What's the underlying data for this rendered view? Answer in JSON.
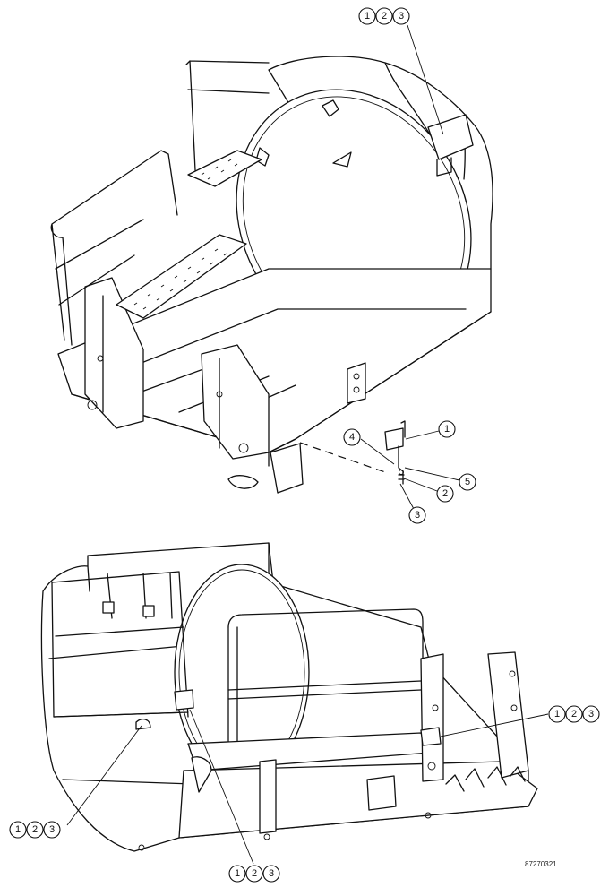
{
  "callouts": {
    "top_group": [
      "1",
      "2",
      "3"
    ],
    "detail_1": "1",
    "detail_2": "2",
    "detail_3": "3",
    "detail_4": "4",
    "detail_5": "5",
    "bottom_right_group": [
      "1",
      "2",
      "3"
    ],
    "bottom_left_group": [
      "1",
      "2",
      "3"
    ],
    "bottom_center_group": [
      "1",
      "2",
      "3"
    ]
  },
  "reference_number": "87270321"
}
